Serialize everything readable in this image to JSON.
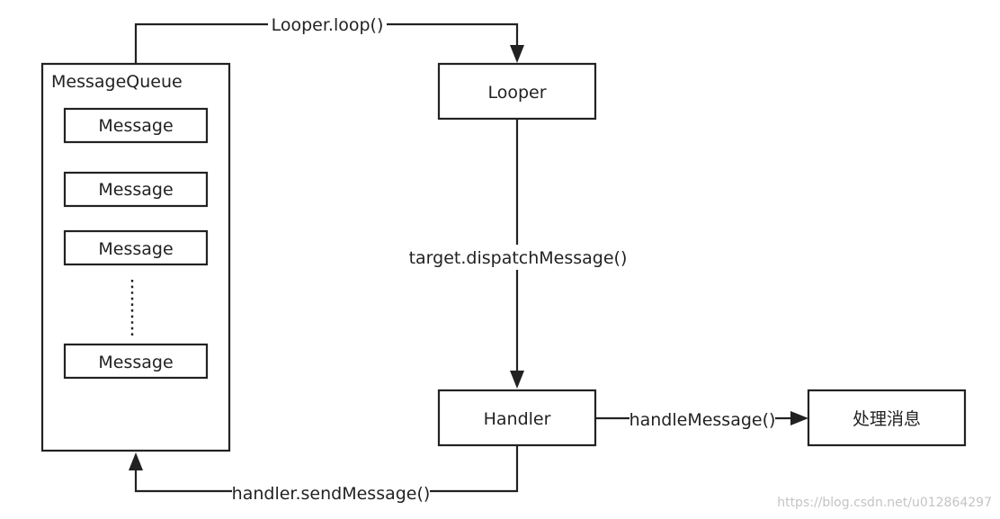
{
  "queue": {
    "title": "MessageQueue",
    "messages": [
      "Message",
      "Message",
      "Message",
      "Message"
    ]
  },
  "nodes": {
    "looper": "Looper",
    "handler": "Handler",
    "process": "处理消息"
  },
  "edges": {
    "loop": "Looper.loop()",
    "dispatch": "target.dispatchMessage()",
    "handle": "handleMessage()",
    "send": "handler.sendMessage()"
  },
  "watermark": "https://blog.csdn.net/u012864297",
  "colors": {
    "stroke": "#222222",
    "background": "#ffffff",
    "watermark": "#c4c4c4"
  }
}
